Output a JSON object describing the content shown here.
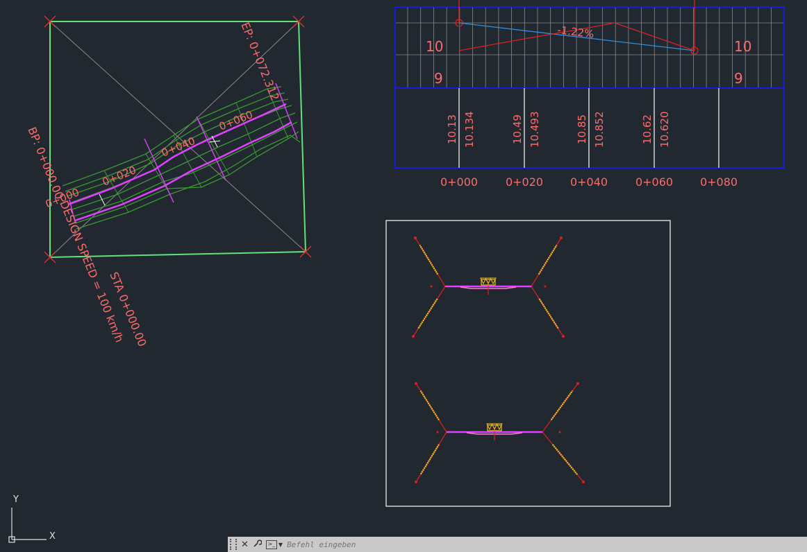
{
  "colors": {
    "background": "#212830",
    "annotation": "#ff6b6b",
    "border_green": "#5ee37a",
    "alignment_magenta": "#e040ff",
    "corridor_green": "#3a9a30",
    "grid_gray": "#8a8a8a",
    "profile_blue": "#1a1adf",
    "tangent_blue": "#2f8fe0",
    "profile_red": "#e02020",
    "section_yellow": "#f0c020"
  },
  "plan_view": {
    "bp_label": "BP: 0+000.00",
    "ep_label": "EP: 0+072.312",
    "stations": [
      "0+000",
      "0+020",
      "0+040",
      "0+060"
    ],
    "sta_label": "STA 0+000.00",
    "design_speed": "DESIGN SPEED = 100 km/h"
  },
  "profile_view": {
    "elevation_labels": {
      "left_upper": "10",
      "left_lower": "9",
      "right_upper": "10",
      "right_lower": "9"
    },
    "grade_label": "-1.22%",
    "band": [
      {
        "station": "0+000",
        "existing": "10.13",
        "design": "10.134"
      },
      {
        "station": "0+020",
        "existing": "10.49",
        "design": "10.493"
      },
      {
        "station": "0+040",
        "existing": "10.85",
        "design": "10.852"
      },
      {
        "station": "0+060",
        "existing": "10.62",
        "design": "10.620"
      },
      {
        "station": "0+080",
        "existing": "",
        "design": ""
      }
    ]
  },
  "section_view": {
    "title": ""
  },
  "ucs": {
    "y_label": "Y",
    "x_label": "X"
  },
  "command_line": {
    "close_icon": "close-icon",
    "settings_icon": "wrench-icon",
    "prompt_icon": "command-prompt-icon",
    "placeholder": "Befehl eingeben",
    "value": ""
  }
}
